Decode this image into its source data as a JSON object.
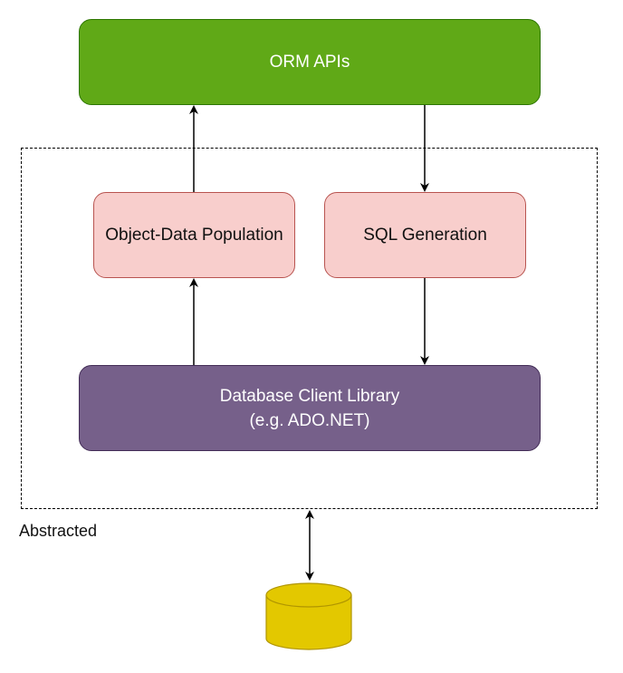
{
  "diagram": {
    "nodes": {
      "orm_apis": {
        "label": "ORM APIs",
        "color": "#60a917"
      },
      "object_data_population": {
        "label": "Object-Data Population",
        "color": "#f8cecc"
      },
      "sql_generation": {
        "label": "SQL Generation",
        "color": "#f8cecc"
      },
      "database_client_library": {
        "line1": "Database Client Library",
        "line2": "(e.g. ADO.NET)",
        "color": "#76608a"
      },
      "database": {
        "label": "",
        "color": "#e3c800"
      }
    },
    "group": {
      "label": "Abstracted"
    },
    "edges": [
      {
        "from": "object_data_population",
        "to": "orm_apis"
      },
      {
        "from": "orm_apis",
        "to": "sql_generation"
      },
      {
        "from": "database_client_library",
        "to": "object_data_population"
      },
      {
        "from": "sql_generation",
        "to": "database_client_library"
      },
      {
        "from": "abstracted_group",
        "to": "database",
        "bidirectional": true
      }
    ]
  }
}
